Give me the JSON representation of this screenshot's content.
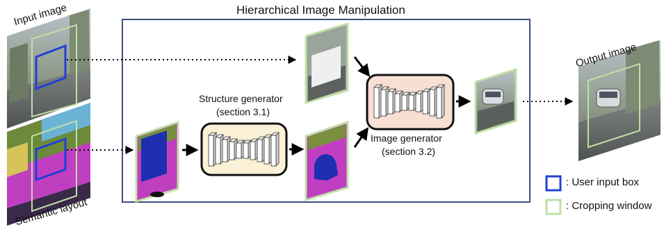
{
  "title": "Hierarchical Image Manipulation",
  "labels": {
    "input_image": "Input image",
    "semantic_layout": "Semantic layout",
    "output_image": "Output image",
    "structure_generator": "Structure generator",
    "structure_section": "(section 3.1)",
    "image_generator": "Image generator",
    "image_section": "(section 3.2)"
  },
  "legend": {
    "user_input_box": ": User input box",
    "cropping_window": ": Cropping window"
  },
  "colors": {
    "frame": "#3b4f7a",
    "user_box": "#1f3fd6",
    "crop_window": "#bfe0a6",
    "structure_gen_fill": "#fbf1d6",
    "image_gen_fill": "#f7dfd3",
    "semantic_purple": "#c03fc0",
    "semantic_blue": "#1d2fb0"
  }
}
